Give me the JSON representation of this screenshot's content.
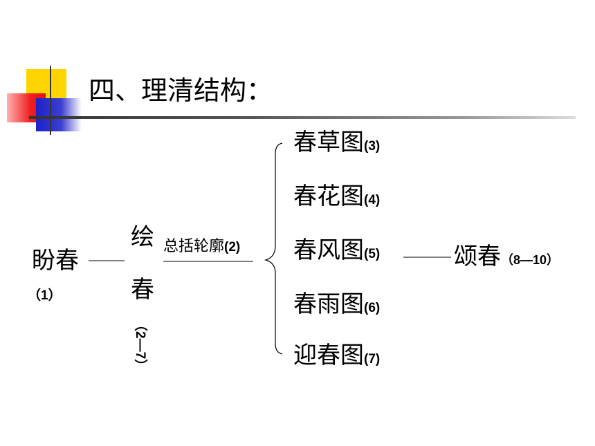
{
  "title": "四、理清结构：",
  "colors": {
    "yellow": "#FFD400",
    "red": "#F01818",
    "blue": "#1E22C8",
    "dark": "#333333"
  },
  "left": {
    "label": "盼春",
    "num": "（1）"
  },
  "middle": {
    "ch1": "绘",
    "ch2": "春",
    "num": "（2—7）",
    "summary": "总括轮廓",
    "summary_num": "(2)"
  },
  "branches": [
    {
      "label": "春草图",
      "num": "(3)"
    },
    {
      "label": "春花图",
      "num": "(4)"
    },
    {
      "label": "春风图",
      "num": "(5)"
    },
    {
      "label": "春雨图",
      "num": "(6)"
    },
    {
      "label": "迎春图",
      "num": "(7)"
    }
  ],
  "right": {
    "label": "颂春",
    "num": "（8—10）"
  }
}
